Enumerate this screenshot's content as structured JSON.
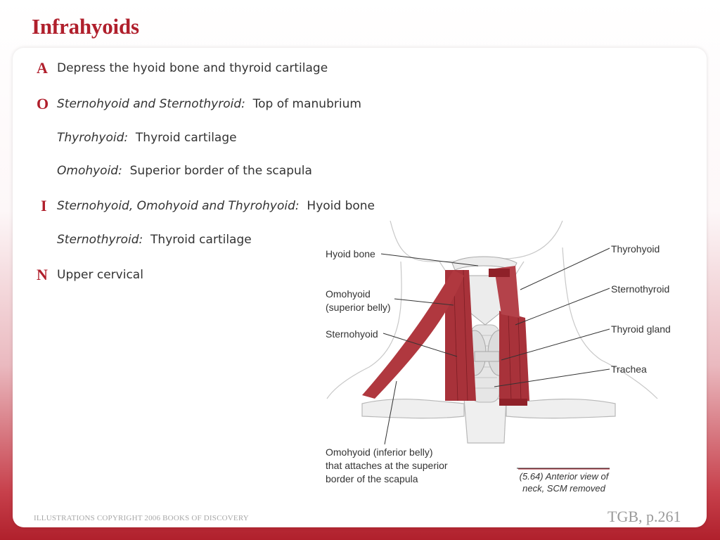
{
  "title": "Infrahyoids",
  "sections": {
    "action": {
      "letter": "A",
      "text": "Depress the hyoid bone and thyroid cartilage"
    },
    "origin": {
      "letter": "O",
      "items": [
        {
          "muscle": "Sternohyoid and Sternothyroid:",
          "site": "Top of manubrium"
        },
        {
          "muscle": "Thyrohyoid:",
          "site": "Thyroid cartilage"
        },
        {
          "muscle": "Omohyoid:",
          "site": "Superior border of the scapula"
        }
      ]
    },
    "insertion": {
      "letter": "I",
      "items": [
        {
          "muscle": "Sternohyoid, Omohyoid and Thyrohyoid:",
          "site": "Hyoid bone"
        },
        {
          "muscle": "Sternothyroid:",
          "site": "Thyroid cartilage"
        }
      ]
    },
    "nerve": {
      "letter": "N",
      "text": "Upper cervical"
    }
  },
  "figure": {
    "labels_left": [
      "Hyoid bone",
      "Omohyoid",
      "(superior belly)",
      "Sternohyoid",
      "Omohyoid (inferior belly)",
      "that attaches at the superior",
      "border of the scapula"
    ],
    "labels_right": [
      "Thyrohyoid",
      "Sternothyroid",
      "Thyroid gland",
      "Trachea"
    ],
    "caption_line1": "(5.64) Anterior view of",
    "caption_line2": "neck, SCM removed"
  },
  "footer": {
    "copyright": "ILLUSTRATIONS COPYRIGHT 2006 BOOKS OF DISCOVERY",
    "page_ref": "TGB, p.261"
  },
  "colors": {
    "accent": "#b01f2c",
    "muscle": "#a8323a"
  }
}
